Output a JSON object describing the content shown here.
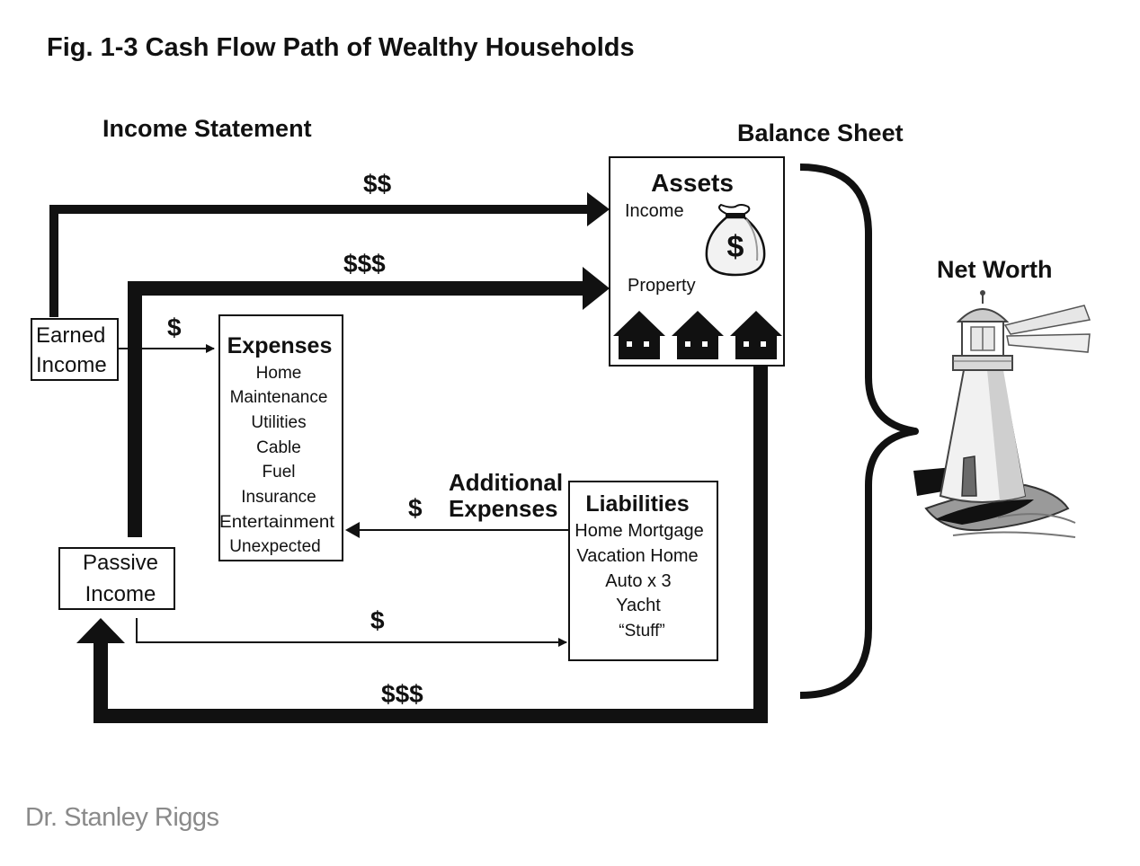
{
  "title": "Fig. 1-3 Cash Flow Path of Wealthy Households",
  "sections": {
    "income_statement": "Income Statement",
    "balance_sheet": "Balance Sheet",
    "net_worth": "Net Worth"
  },
  "nodes": {
    "earned_income": {
      "line1": "Earned",
      "line2": "Income"
    },
    "passive_income": {
      "line1": "Passive",
      "line2": "Income"
    },
    "expenses": {
      "title": "Expenses",
      "items": [
        "Home",
        "Maintenance",
        "Utilities",
        "Cable",
        "Fuel",
        "Insurance",
        "Entertainment",
        "Unexpected"
      ]
    },
    "assets": {
      "title": "Assets",
      "income": "Income",
      "property": "Property"
    },
    "liabilities": {
      "title": "Liabilities",
      "items": [
        "Home Mortgage",
        "Vacation Home",
        "Auto x 3",
        "Yacht"
      ],
      "stuff": "“Stuff”"
    }
  },
  "flows": {
    "earned_to_assets": "$$",
    "passive_to_assets": "$$$",
    "earned_to_expenses": "$",
    "liabilities_to_expenses": "$",
    "additional_expenses": {
      "line1": "Additional",
      "line2": "Expenses"
    },
    "passive_to_liabilities": "$",
    "assets_to_passive": "$$$"
  },
  "credit": "Dr. Stanley Riggs",
  "icons": [
    "money-bag-icon",
    "house-icon",
    "lighthouse-icon"
  ]
}
